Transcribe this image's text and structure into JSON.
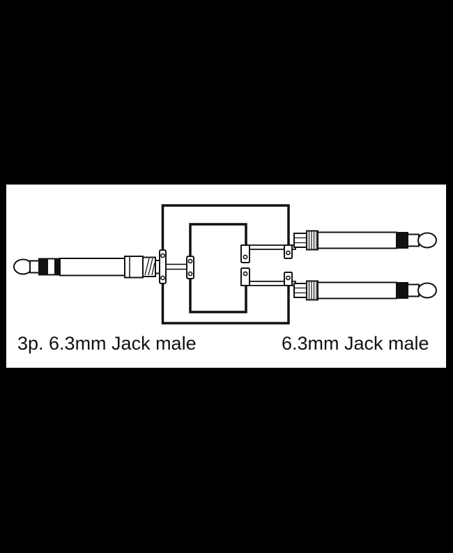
{
  "window": {
    "background_color": "#000000"
  },
  "panel": {
    "background_color": "#ffffff",
    "border_color": "#111111"
  },
  "diagram": {
    "type": "adapter-cable-wiring-diagram",
    "ink_color": "#111111",
    "left_connector": {
      "label": "3p. 6.3mm Jack male",
      "kind": "stereo TRS jack plug, 3-pole, pointing left",
      "solder_lugs": 2
    },
    "right_connector": {
      "label": "6.3mm Jack male",
      "kind": "mono TS jack plug, 2-pole, two units pointing right",
      "count": 2
    },
    "wires": [
      {
        "name": "outer-top",
        "from": "trs-rear-lug",
        "to": "top-ts-rear-lug"
      },
      {
        "name": "inner-top",
        "from": "trs-front-lug",
        "to": "top-ts-tip-lug"
      },
      {
        "name": "inner-bottom",
        "from": "trs-front-lug",
        "to": "bottom-ts-tip-lug"
      },
      {
        "name": "outer-bottom",
        "from": "trs-rear-lug",
        "to": "bottom-ts-rear-lug"
      }
    ]
  }
}
